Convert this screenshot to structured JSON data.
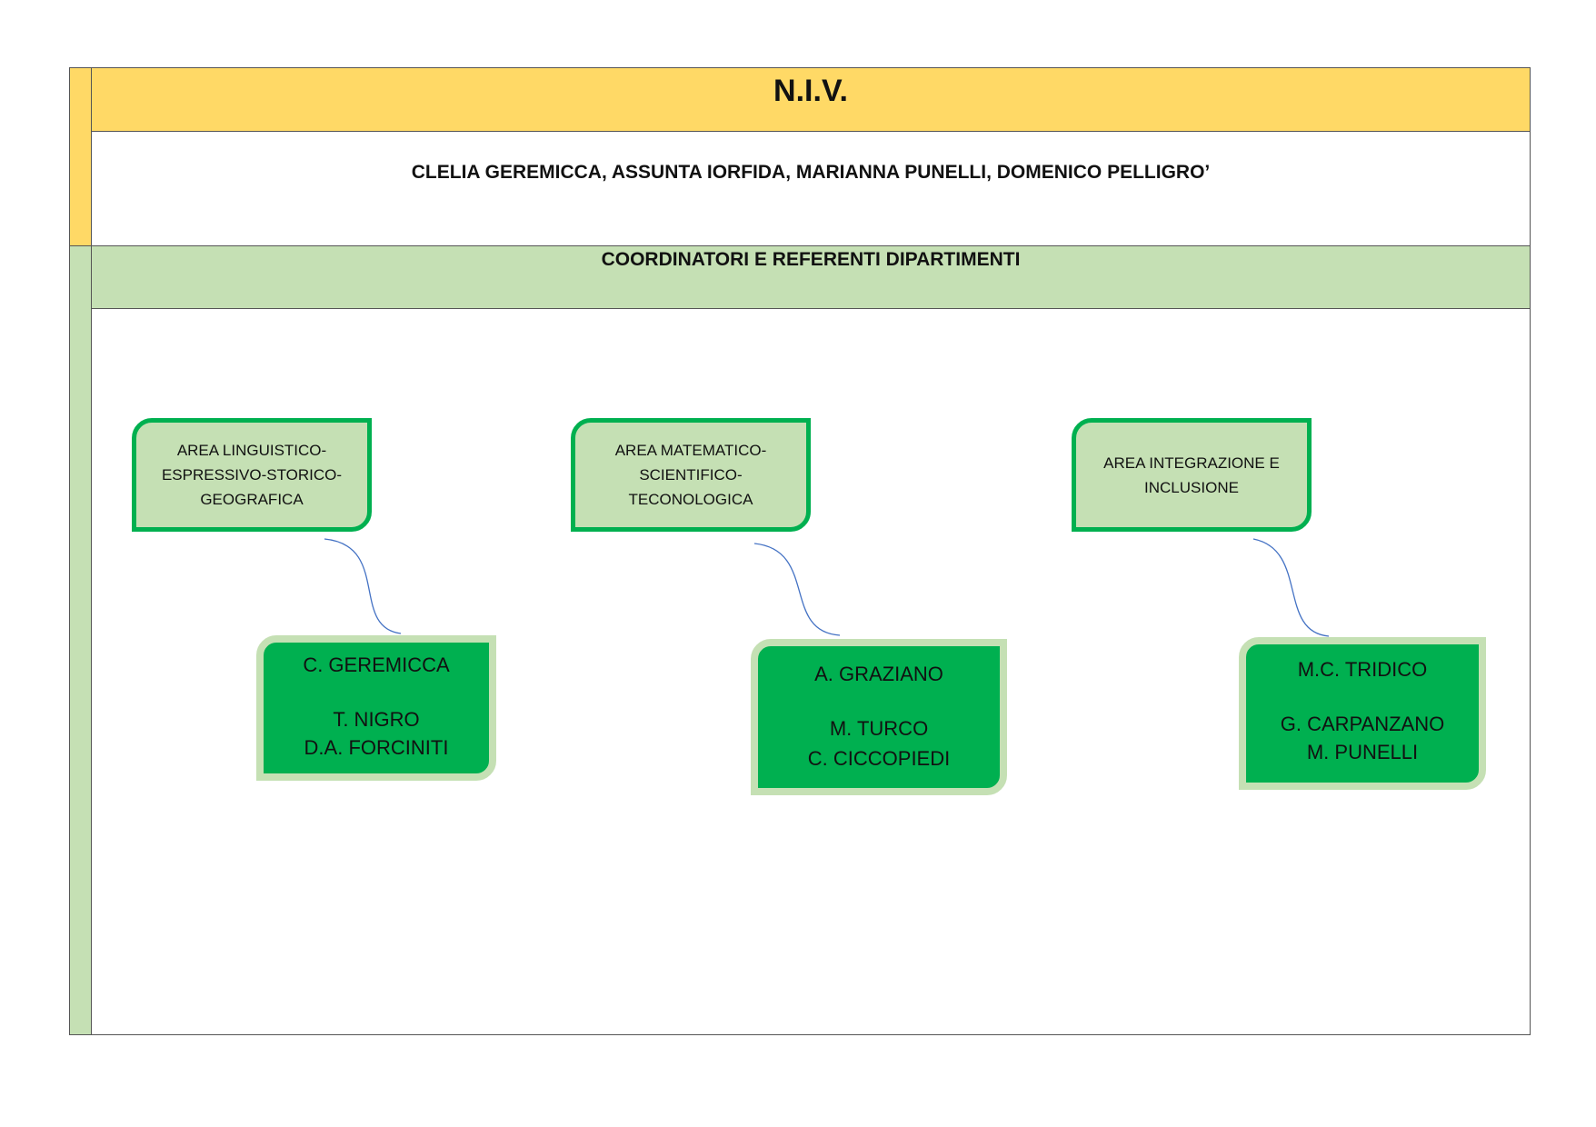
{
  "header": {
    "title": "N.I.V.",
    "members": "CLELIA GEREMICCA, ASSUNTA IORFIDA, MARIANNA PUNELLI, DOMENICO PELLIGRO’"
  },
  "departments": {
    "heading": "COORDINATORI E REFERENTI  DIPARTIMENTI",
    "areas": [
      {
        "label_lines": [
          "AREA LINGUISTICO-",
          "ESPRESSIVO-STORICO-",
          "GEOGRAFICA"
        ],
        "names": [
          "C. GEREMICCA",
          "T. NIGRO",
          "D.A. FORCINITI"
        ]
      },
      {
        "label_lines": [
          "AREA MATEMATICO-",
          "SCIENTIFICO-",
          "TECONOLOGICA"
        ],
        "names": [
          "A. GRAZIANO",
          "M. TURCO",
          "C. CICCOPIEDI"
        ]
      },
      {
        "label_lines": [
          "AREA INTEGRAZIONE E",
          "INCLUSIONE"
        ],
        "names": [
          "M.C. TRIDICO",
          "G. CARPANZANO",
          "M. PUNELLI"
        ]
      }
    ]
  },
  "colors": {
    "title_band": "#ffd966",
    "department_band": "#c5e0b4",
    "area_border": "#00b050",
    "name_fill": "#00b050",
    "connector": "#4472c4"
  }
}
